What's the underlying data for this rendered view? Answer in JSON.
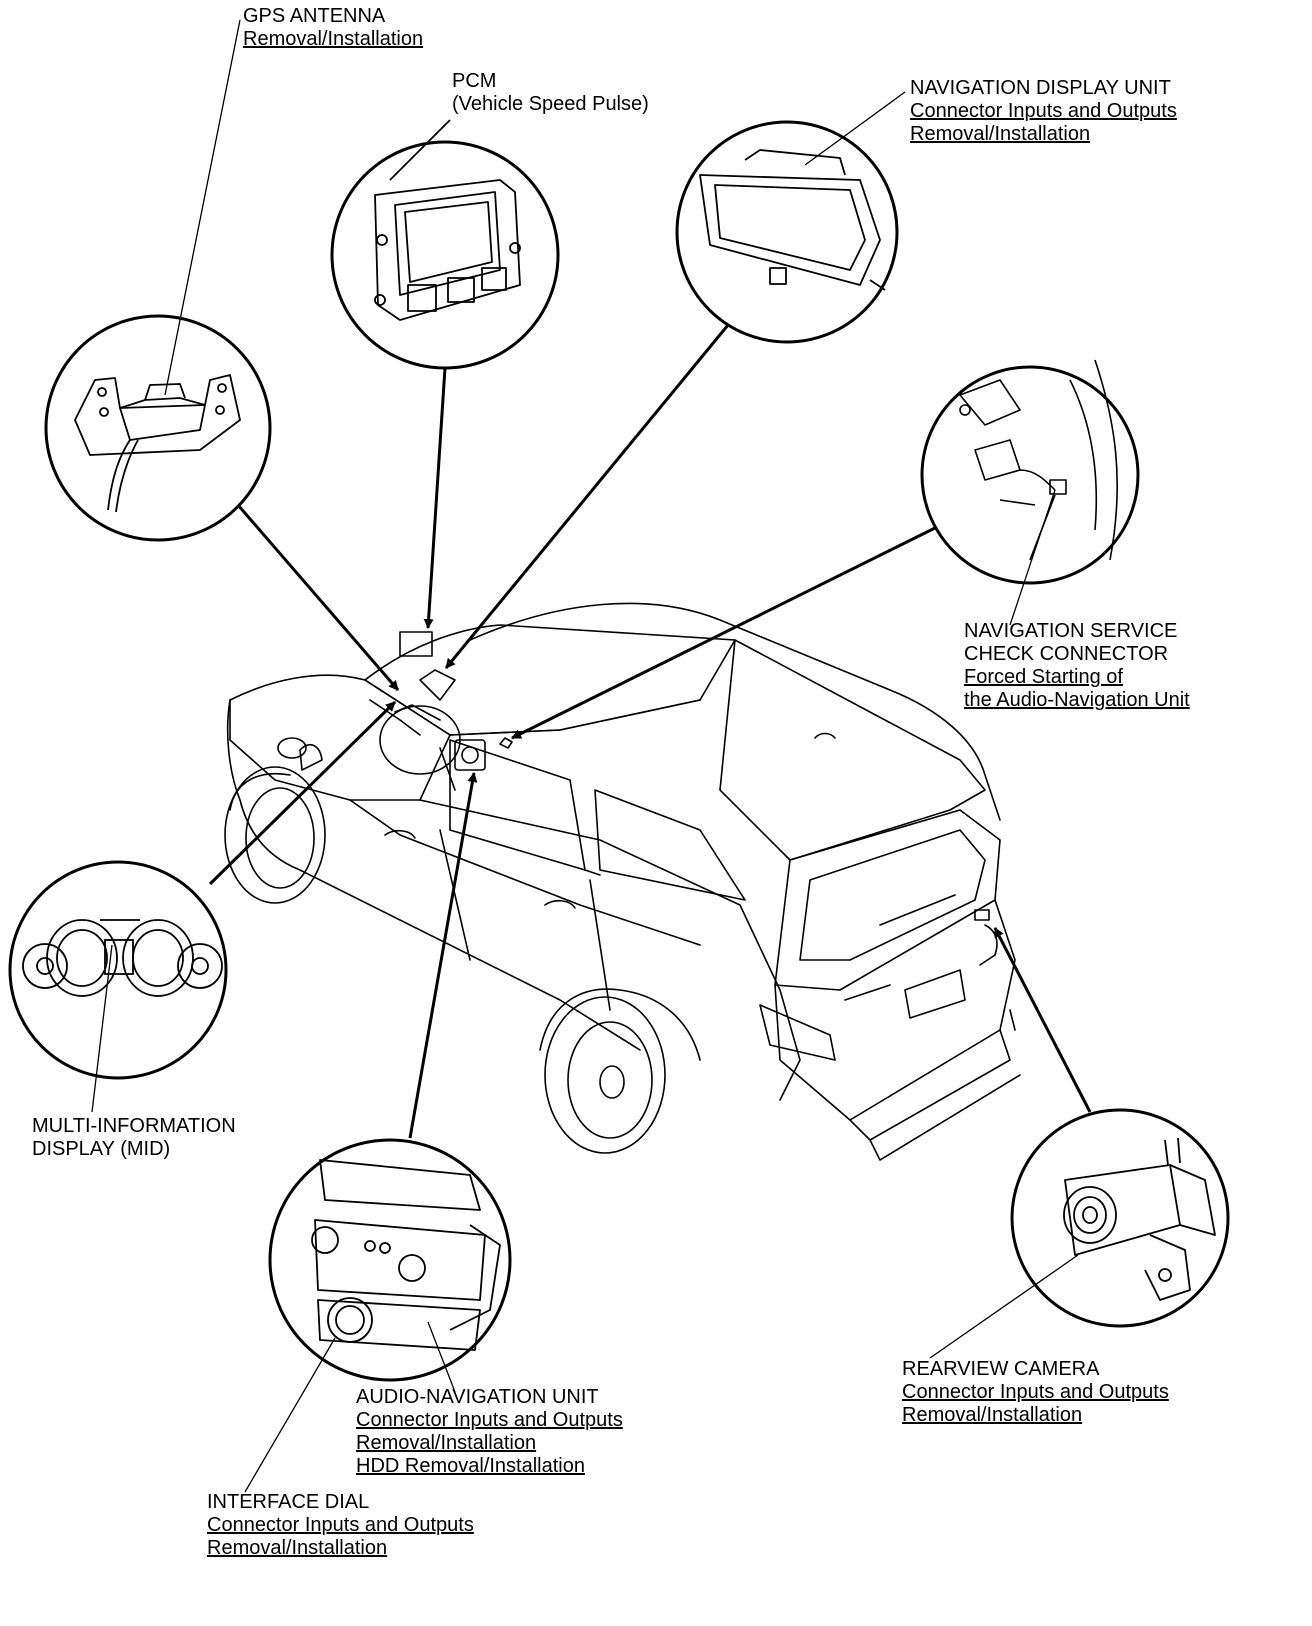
{
  "callouts": {
    "gps_antenna": {
      "title": "GPS ANTENNA",
      "links": [
        "Removal/Installation"
      ]
    },
    "pcm": {
      "title": "PCM",
      "subtitle": "(Vehicle Speed Pulse)"
    },
    "navigation_display_unit": {
      "title": "NAVIGATION DISPLAY UNIT",
      "links": [
        "Connector Inputs and Outputs",
        "Removal/Installation"
      ]
    },
    "navigation_service_check_connector": {
      "title_lines": [
        "NAVIGATION SERVICE",
        "CHECK CONNECTOR"
      ],
      "links": [
        "Forced Starting of",
        "the Audio-Navigation Unit"
      ]
    },
    "multi_information_display": {
      "title_lines": [
        "MULTI-INFORMATION",
        "DISPLAY (MID)"
      ]
    },
    "audio_navigation_unit": {
      "title": "AUDIO-NAVIGATION UNIT",
      "links": [
        "Connector Inputs and Outputs",
        "Removal/Installation",
        "HDD Removal/Installation"
      ]
    },
    "interface_dial": {
      "title": "INTERFACE DIAL",
      "links": [
        "Connector Inputs and Outputs",
        "Removal/Installation"
      ]
    },
    "rearview_camera": {
      "title": "REARVIEW CAMERA",
      "links": [
        "Connector Inputs and Outputs",
        "Removal/Installation"
      ]
    }
  }
}
